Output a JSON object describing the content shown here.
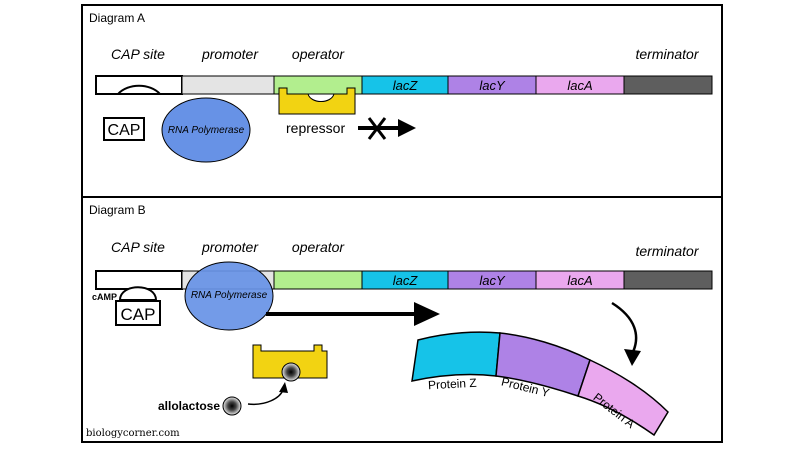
{
  "panels": [
    {
      "title": "Diagram A",
      "labels": {
        "cap_site": "CAP site",
        "promoter": "promoter",
        "operator": "operator",
        "terminator": "terminator"
      },
      "genes": [
        "lacZ",
        "lacY",
        "lacA"
      ],
      "cap": "CAP",
      "rna_polymerase": "RNA Polymerase",
      "repressor": "repressor"
    },
    {
      "title": "Diagram B",
      "labels": {
        "cap_site": "CAP site",
        "promoter": "promoter",
        "operator": "operator",
        "terminator": "terminator"
      },
      "genes": [
        "lacZ",
        "lacY",
        "lacA"
      ],
      "cap": "CAP",
      "camp": "cAMP",
      "rna_polymerase": "RNA Polymerase",
      "allolactose": "allolactose",
      "proteins": [
        "Protein Z",
        "Protein Y",
        "Protein A"
      ]
    }
  ],
  "credit": "biologycorner.com",
  "colors": {
    "promoter": "#e4e4e4",
    "operator": "#b2ee8e",
    "lacZ": "#16c3e8",
    "lacY": "#ae82e6",
    "lacA": "#eaa8ee",
    "terminator": "#5e5e5e",
    "rna_polymerase": "#6792e6",
    "repressor": "#f2d312"
  }
}
